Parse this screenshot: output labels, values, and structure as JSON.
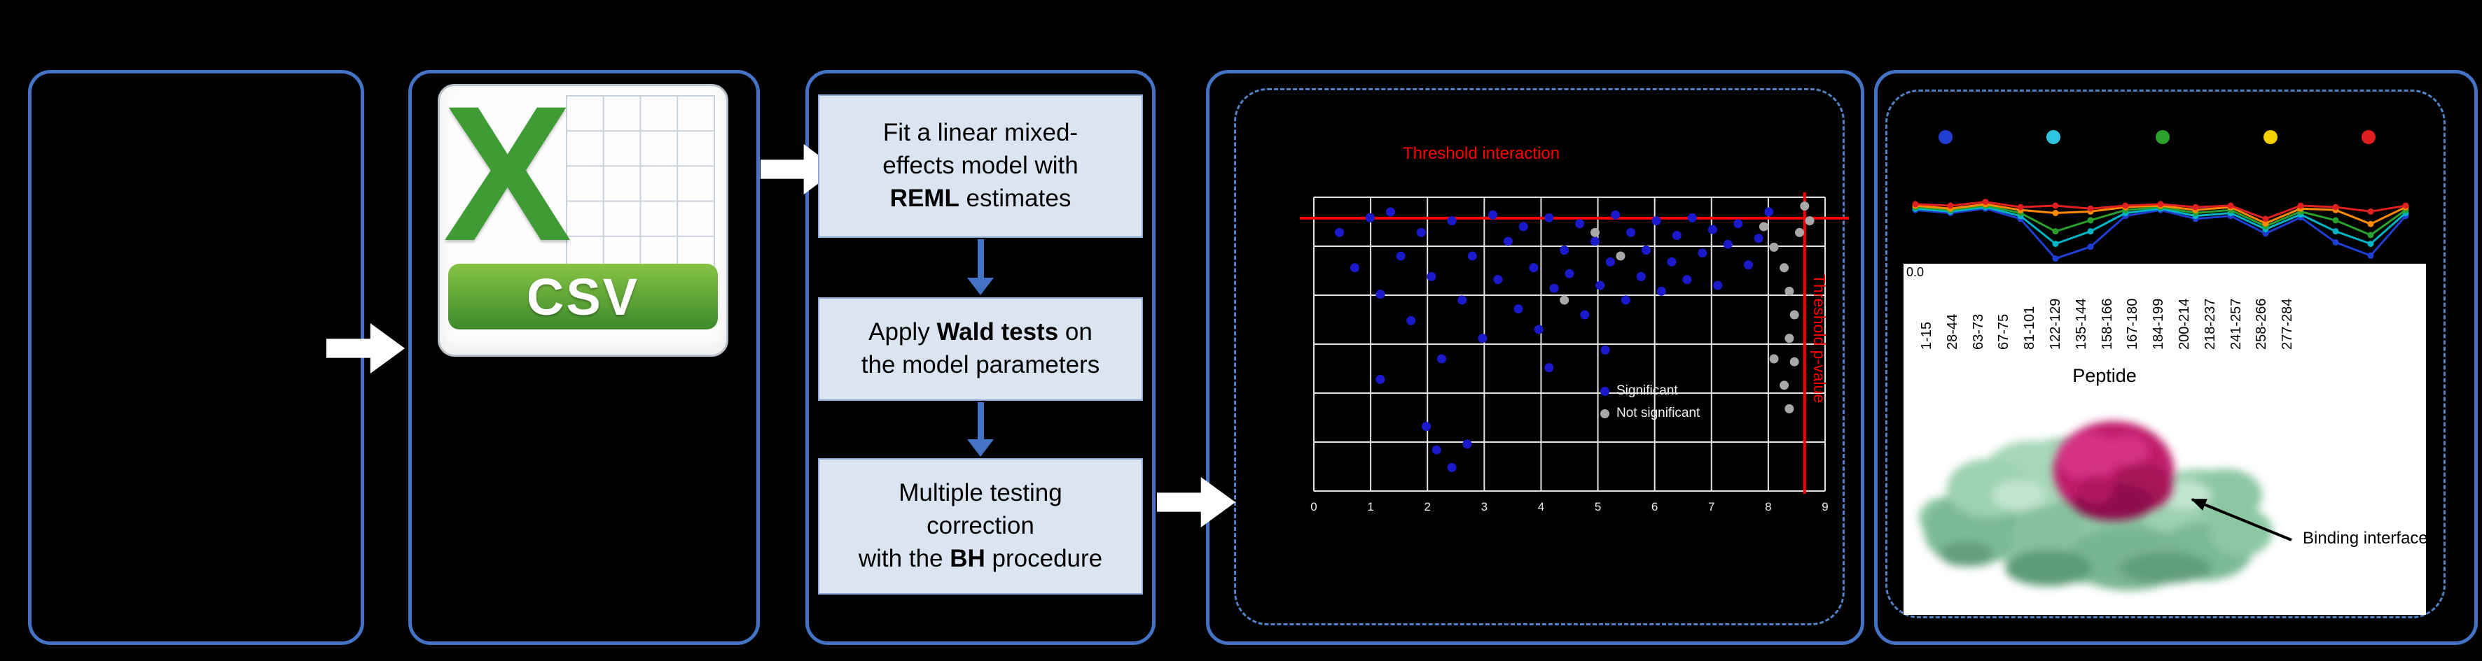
{
  "pipeline": {
    "boxes": [
      {
        "pre": "Fit a linear mixed-\neffects model with\n",
        "bold": "REML",
        "post": " estimates"
      },
      {
        "pre": "Apply ",
        "bold": "Wald tests",
        "post": " on\nthe model parameters"
      },
      {
        "pre": "Multiple testing\ncorrection\nwith the ",
        "bold": "BH",
        "post": " procedure"
      }
    ],
    "csv_icon": {
      "letter": "X",
      "label": "CSV"
    }
  },
  "colors": {
    "panel_border": "#4472c4",
    "dashed_border": "#5083c6",
    "box_fill": "#dbe5f2",
    "threshold": "#ff0000"
  },
  "chart_data": [
    {
      "type": "scatter",
      "title": "Threshold interaction",
      "vertical_label": "Threshold p-value",
      "x_ticks": [
        "0",
        "1",
        "2",
        "3",
        "4",
        "5",
        "6",
        "7",
        "8",
        "9"
      ],
      "grid": {
        "cols": 9,
        "rows": 6
      },
      "thresholds": {
        "y_frac": 0.071,
        "x_frac": 0.96
      },
      "series": [
        {
          "name": "Significant",
          "color": "#1a1acc",
          "points": [
            [
              0.05,
              0.12
            ],
            [
              0.08,
              0.24
            ],
            [
              0.11,
              0.07
            ],
            [
              0.13,
              0.33
            ],
            [
              0.15,
              0.05
            ],
            [
              0.17,
              0.2
            ],
            [
              0.19,
              0.42
            ],
            [
              0.21,
              0.12
            ],
            [
              0.23,
              0.27
            ],
            [
              0.25,
              0.55
            ],
            [
              0.27,
              0.08
            ],
            [
              0.29,
              0.35
            ],
            [
              0.31,
              0.2
            ],
            [
              0.33,
              0.48
            ],
            [
              0.35,
              0.06
            ],
            [
              0.36,
              0.28
            ],
            [
              0.38,
              0.15
            ],
            [
              0.4,
              0.38
            ],
            [
              0.41,
              0.1
            ],
            [
              0.43,
              0.24
            ],
            [
              0.44,
              0.45
            ],
            [
              0.46,
              0.07
            ],
            [
              0.47,
              0.31
            ],
            [
              0.49,
              0.18
            ],
            [
              0.5,
              0.26
            ],
            [
              0.52,
              0.09
            ],
            [
              0.53,
              0.4
            ],
            [
              0.55,
              0.15
            ],
            [
              0.56,
              0.3
            ],
            [
              0.58,
              0.22
            ],
            [
              0.59,
              0.06
            ],
            [
              0.61,
              0.35
            ],
            [
              0.62,
              0.12
            ],
            [
              0.64,
              0.27
            ],
            [
              0.65,
              0.18
            ],
            [
              0.67,
              0.08
            ],
            [
              0.68,
              0.32
            ],
            [
              0.7,
              0.22
            ],
            [
              0.71,
              0.13
            ],
            [
              0.73,
              0.28
            ],
            [
              0.74,
              0.07
            ],
            [
              0.76,
              0.19
            ],
            [
              0.78,
              0.11
            ],
            [
              0.79,
              0.3
            ],
            [
              0.81,
              0.16
            ],
            [
              0.83,
              0.09
            ],
            [
              0.85,
              0.23
            ],
            [
              0.87,
              0.14
            ],
            [
              0.24,
              0.86
            ],
            [
              0.27,
              0.92
            ],
            [
              0.3,
              0.84
            ],
            [
              0.22,
              0.78
            ],
            [
              0.13,
              0.62
            ],
            [
              0.46,
              0.58
            ],
            [
              0.57,
              0.52
            ],
            [
              0.89,
              0.05
            ]
          ]
        },
        {
          "name": "Not significant",
          "color": "#a8a8a8",
          "points": [
            [
              0.88,
              0.1
            ],
            [
              0.9,
              0.17
            ],
            [
              0.92,
              0.24
            ],
            [
              0.93,
              0.32
            ],
            [
              0.94,
              0.4
            ],
            [
              0.93,
              0.48
            ],
            [
              0.94,
              0.56
            ],
            [
              0.92,
              0.64
            ],
            [
              0.93,
              0.72
            ],
            [
              0.96,
              0.03
            ],
            [
              0.95,
              0.12
            ],
            [
              0.9,
              0.55
            ],
            [
              0.6,
              0.2
            ],
            [
              0.55,
              0.12
            ],
            [
              0.49,
              0.35
            ],
            [
              0.97,
              0.08
            ]
          ]
        }
      ]
    },
    {
      "type": "line",
      "xlabel": "Peptide",
      "y_zero_label": "0.0",
      "categories": [
        "1-15",
        "28-44",
        "63-73",
        "67-75",
        "81-101",
        "122-129",
        "135-144",
        "158-166",
        "167-180",
        "184-199",
        "200-214",
        "218-237",
        "241-257",
        "258-266",
        "277-284"
      ],
      "legend_dot_colors": [
        "#1f3fd4",
        "#2ec4e6",
        "#2ca02c",
        "#f5d000",
        "#e02020"
      ],
      "series": [
        {
          "name": "blue",
          "color": "#1f3fd4",
          "values": [
            0.74,
            0.7,
            0.76,
            0.62,
            0.08,
            0.24,
            0.66,
            0.74,
            0.62,
            0.66,
            0.42,
            0.64,
            0.3,
            0.12,
            0.66
          ]
        },
        {
          "name": "teal",
          "color": "#00b4c8",
          "values": [
            0.76,
            0.72,
            0.78,
            0.66,
            0.28,
            0.45,
            0.7,
            0.76,
            0.66,
            0.7,
            0.48,
            0.68,
            0.45,
            0.28,
            0.7
          ]
        },
        {
          "name": "green",
          "color": "#2ca02c",
          "values": [
            0.78,
            0.74,
            0.8,
            0.7,
            0.45,
            0.6,
            0.74,
            0.78,
            0.7,
            0.74,
            0.52,
            0.72,
            0.6,
            0.4,
            0.74
          ]
        },
        {
          "name": "orange",
          "color": "#ff8a00",
          "values": [
            0.8,
            0.76,
            0.82,
            0.74,
            0.7,
            0.72,
            0.78,
            0.8,
            0.74,
            0.78,
            0.56,
            0.76,
            0.74,
            0.55,
            0.78
          ]
        },
        {
          "name": "red",
          "color": "#e02020",
          "values": [
            0.82,
            0.8,
            0.85,
            0.78,
            0.8,
            0.76,
            0.8,
            0.82,
            0.78,
            0.8,
            0.62,
            0.8,
            0.78,
            0.72,
            0.8
          ]
        }
      ]
    }
  ],
  "structure": {
    "annotation": "Binding interface"
  }
}
